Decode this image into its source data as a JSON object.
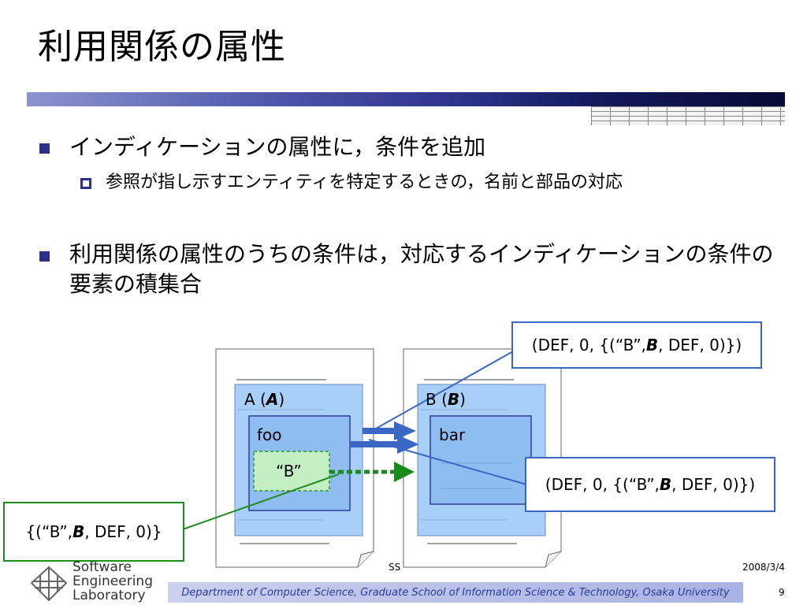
{
  "slide": {
    "title": "利用関係の属性",
    "bullets": [
      "インディケーションの属性に，条件を追加",
      "利用関係の属性のうちの条件は，対応するインディケーションの条件の要素の積集合"
    ],
    "sub_bullets": [
      "参照が指し示すエンティティを特定するときの，名前と部品の対応"
    ]
  },
  "diagram": {
    "entityA_name": "A (",
    "entityA_var": "A",
    "entityA_close": ")",
    "entityB_name": "B (",
    "entityB_var": "B",
    "entityB_close": ")",
    "foo": "foo",
    "bar": "bar",
    "b_string": "“B”",
    "callout1": {
      "pre": "(DEF, 0, {(“B”, ",
      "var": "B",
      "post": ", DEF, 0)})"
    },
    "callout2": {
      "pre": "(DEF, 0, {(“B”, ",
      "var": "B",
      "post": ", DEF, 0)})"
    },
    "callout3": {
      "pre": "{(“B”, ",
      "var": "B",
      "post": ", DEF, 0)}"
    }
  },
  "footer": {
    "date": "2008/3/4",
    "ss": "SS",
    "department": "Department of Computer Science, Graduate School of Information Science & Technology, Osaka University",
    "page": "9",
    "logo_lines": [
      "Software",
      "Engineering",
      "Laboratory"
    ]
  },
  "colors": {
    "bullet": "#2b3088",
    "callout_blue": "#3a66c4",
    "callout_green": "#1f8c1f",
    "arrow_blue": "#3a66c4",
    "arrow_green": "#1a8a1a"
  }
}
